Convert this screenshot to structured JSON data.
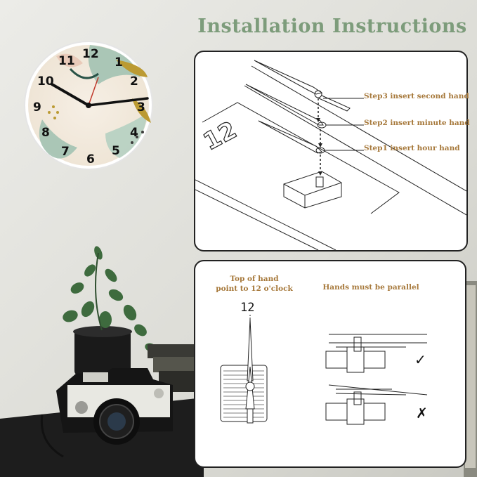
{
  "title": "Installation Instructions",
  "steps": {
    "step3": "Step3 insert second hand",
    "step2": "Step2 insert minute hand",
    "step1": "Step1 insert hour hand"
  },
  "diagram_number": "12",
  "bottom": {
    "top_of_hand_line1": "Top of hand",
    "top_of_hand_line2": "point to 12 o'clock",
    "parallel_note": "Hands must be parallel",
    "number_label": "12",
    "correct_mark": "✓",
    "wrong_mark": "✗"
  },
  "clock": {
    "numerals": [
      "1",
      "2",
      "3",
      "4",
      "5",
      "6",
      "7",
      "8",
      "9",
      "10",
      "11",
      "12"
    ]
  },
  "colors": {
    "title": "#7d9c7b",
    "step_text": "#a6783a",
    "wall": "#e4e4df",
    "desk": "#1c1c1c"
  }
}
